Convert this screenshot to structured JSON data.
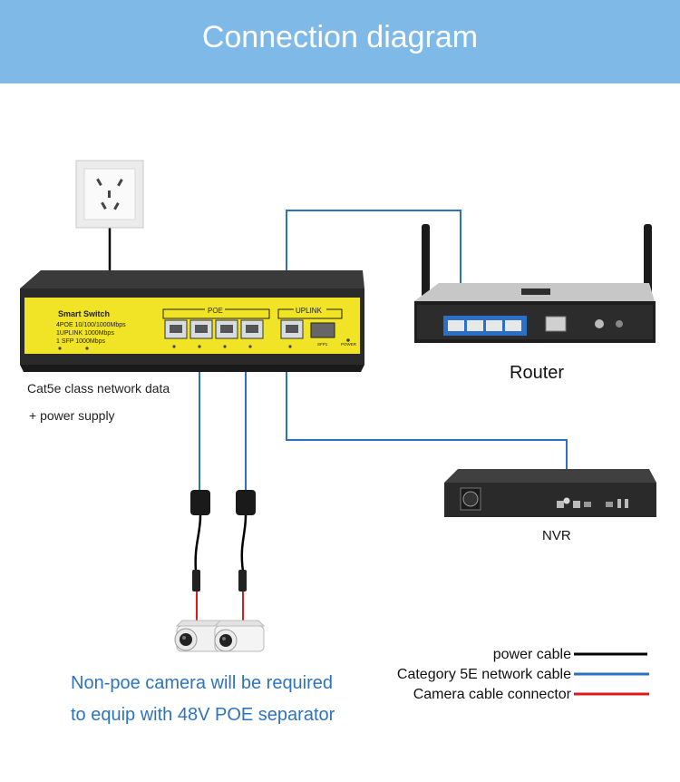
{
  "title": "Connection diagram",
  "switch": {
    "name": "Smart Switch",
    "spec1": "4POE 10/100/1000Mbps",
    "spec2": "1UPLINK 1000Mbps",
    "spec3": "1 SFP 1000Mbps",
    "poe_label": "POE",
    "uplink_label": "UPLINK",
    "sfp_label": "SFP1",
    "power_label": "POWER",
    "accent_color": "#f1e325"
  },
  "cable_note": {
    "line1": "Cat5e class network data",
    "line2": "+ power supply"
  },
  "router": {
    "label": "Router"
  },
  "nvr": {
    "label": "NVR"
  },
  "camera_note": {
    "line1": "Non-poe camera will be required",
    "line2": "to equip with 48V POE separator"
  },
  "legend": [
    {
      "label": "power cable",
      "color": "#000000"
    },
    {
      "label": "Category 5E network cable",
      "color": "#2b72c4"
    },
    {
      "label": "Camera cable connector",
      "color": "#e01818"
    }
  ],
  "colors": {
    "banner": "#7fb9e7",
    "network_cable": "#2b72c4",
    "power_cable": "#000000",
    "connector": "#e01818"
  }
}
